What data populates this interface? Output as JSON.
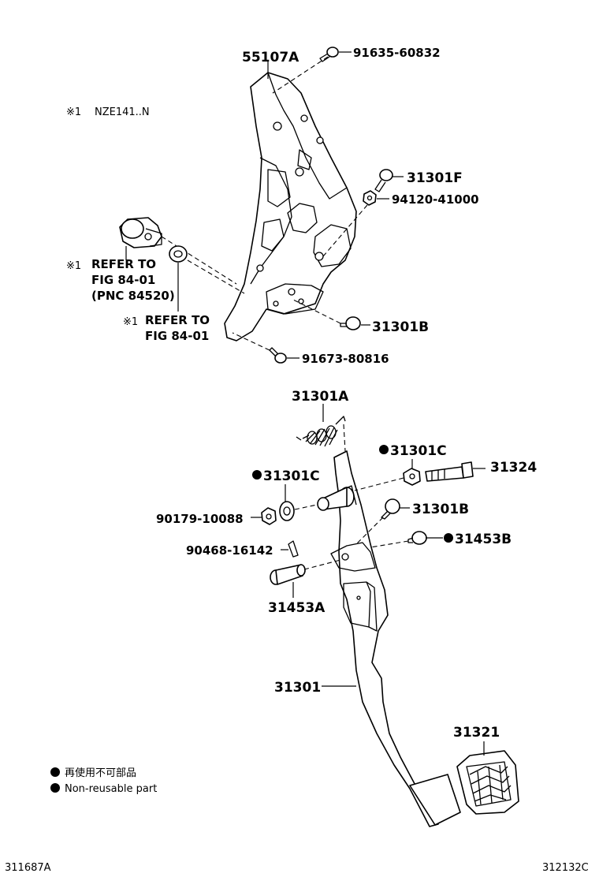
{
  "note": {
    "mark": "※1",
    "text": "NZE141..N"
  },
  "parts": {
    "p55107A": "55107A",
    "p9163560832": "91635-60832",
    "p31301F": "31301F",
    "p9412041000": "94120-41000",
    "p31301B_top": "31301B",
    "p9167380816": "91673-80816",
    "p31301A": "31301A",
    "p31301C_right": "31301C",
    "p31324": "31324",
    "p31301C_left": "31301C",
    "p31301B_low": "31301B",
    "p9017910088": "90179-10088",
    "p31453B": "31453B",
    "p9046816142": "90468-16142",
    "p31453A": "31453A",
    "p31301": "31301",
    "p31321": "31321"
  },
  "refs": {
    "ref1_mark": "※1",
    "ref1_line1": "REFER TO",
    "ref1_line2": "FIG 84-01",
    "ref1_line3": "(PNC 84520)",
    "ref2_mark": "※1",
    "ref2_line1": "REFER TO",
    "ref2_line2": "FIG 84-01"
  },
  "legend": {
    "jp": "再使用不可部品",
    "en": "Non-reusable part"
  },
  "footer": {
    "left_code": "311687A",
    "right_code": "312132C"
  }
}
